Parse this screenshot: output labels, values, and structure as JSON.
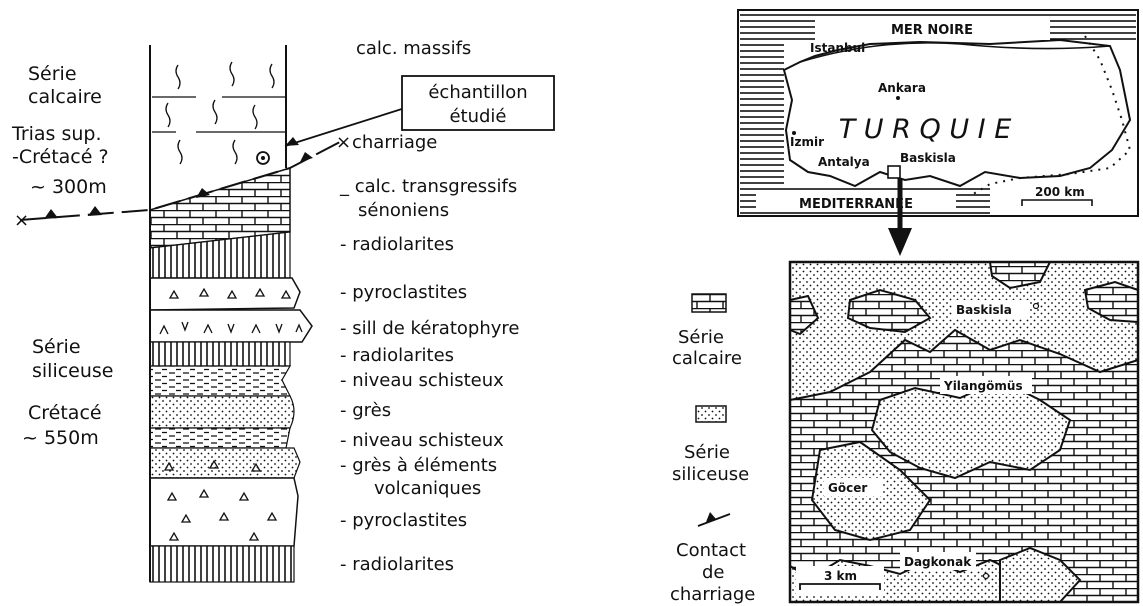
{
  "column": {
    "serie_calcaire": [
      "Série",
      "calcaire"
    ],
    "age_calcaire": [
      "Trias sup.",
      "-Crétacé ?",
      "~ 300m"
    ],
    "serie_siliceuse": [
      "Série",
      "siliceuse"
    ],
    "age_siliceuse": [
      "Crétacé",
      "~ 550m"
    ],
    "sample_box": [
      "échantillon",
      "étudié"
    ],
    "charriage": "charriage",
    "layers": [
      {
        "label": "calc. massifs"
      },
      {
        "label": "_ calc. transgressifs"
      },
      {
        "label": "sénoniens"
      },
      {
        "label": "- radiolarites"
      },
      {
        "label": "- pyroclastites"
      },
      {
        "label": "- sill de kératophyre"
      },
      {
        "label": "- radiolarites"
      },
      {
        "label": "- niveau  schisteux"
      },
      {
        "label": "- grès"
      },
      {
        "label": "- niveau  schisteux"
      },
      {
        "label": "- grès à éléments"
      },
      {
        "label": "volcaniques"
      },
      {
        "label": "- pyroclastites"
      },
      {
        "label": "- radiolarites"
      }
    ]
  },
  "inset_map": {
    "sea_north": "MER   NOIRE",
    "sea_south": "MEDITERRANÉE",
    "country": "T U R Q U I E",
    "cities": [
      "Istanbul",
      "Ankara",
      "Izmir",
      "Antalya",
      "Baskisla"
    ],
    "scale": "200 km"
  },
  "detail_map": {
    "places": [
      "Baskisla",
      "Yilangömüs",
      "Göcer",
      "Dagkonak"
    ],
    "scale": "3 km"
  },
  "legend": {
    "calcaire": [
      "Série",
      "calcaire"
    ],
    "siliceuse": [
      "Série",
      "siliceuse"
    ],
    "contact": [
      "Contact",
      "de",
      "charriage"
    ]
  }
}
